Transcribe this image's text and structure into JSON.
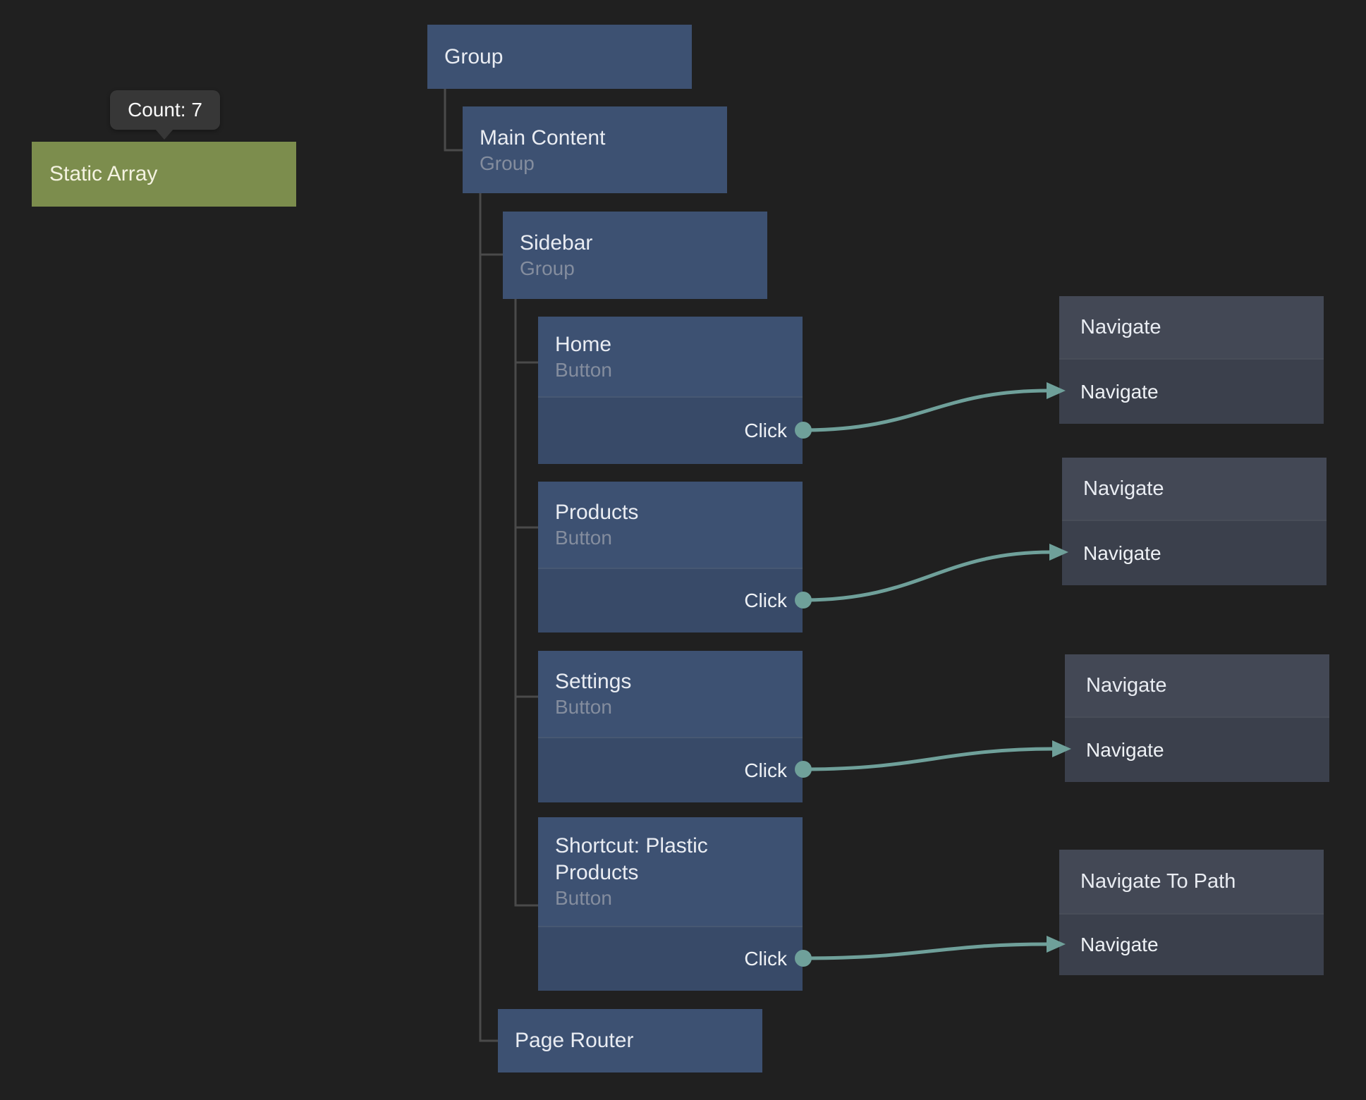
{
  "colors": {
    "background": "#202020",
    "node_blue": "#3d5172",
    "node_blue_port_section": "#384a68",
    "node_green": "#7c8d4d",
    "navigate_header_gray": "#434855",
    "navigate_body_gray": "#3b404c",
    "connection_teal": "#6fa09a",
    "tree_line_gray": "#4a4a4a",
    "tooltip_bg": "#373737",
    "title_text": "#e9ecf2",
    "subtitle_text": "#848d9e"
  },
  "tooltip": {
    "text": "Count: 7"
  },
  "nodes": {
    "static_array": {
      "title": "Static Array"
    },
    "group": {
      "title": "Group"
    },
    "main_content": {
      "title": "Main Content",
      "type": "Group"
    },
    "sidebar": {
      "title": "Sidebar",
      "type": "Group"
    },
    "home": {
      "title": "Home",
      "type": "Button",
      "output_port": "Click"
    },
    "products": {
      "title": "Products",
      "type": "Button",
      "output_port": "Click"
    },
    "settings": {
      "title": "Settings",
      "type": "Button",
      "output_port": "Click"
    },
    "shortcut": {
      "title": "Shortcut: Plastic Products",
      "type": "Button",
      "output_port": "Click"
    },
    "page_router": {
      "title": "Page Router"
    },
    "navigate_home": {
      "title": "Navigate",
      "input_port": "Navigate"
    },
    "navigate_products": {
      "title": "Navigate",
      "input_port": "Navigate"
    },
    "navigate_settings": {
      "title": "Navigate",
      "input_port": "Navigate"
    },
    "navigate_to_path": {
      "title": "Navigate To Path",
      "input_port": "Navigate"
    }
  }
}
